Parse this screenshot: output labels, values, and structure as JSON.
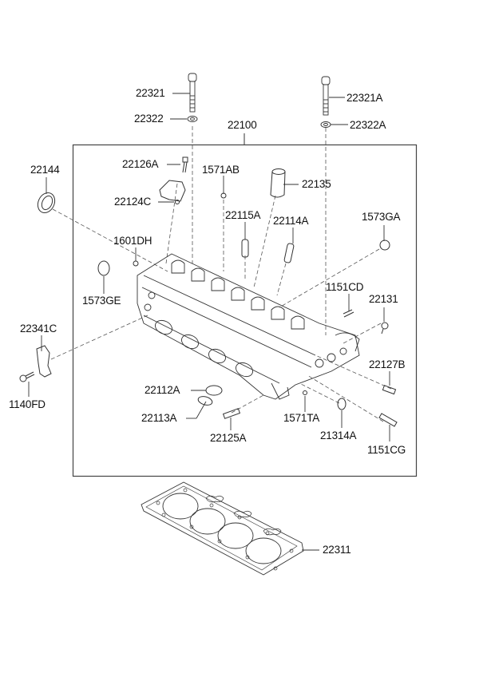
{
  "diagram": {
    "title": "Cylinder Head Assembly",
    "assembly_label": "22100",
    "parts": [
      {
        "id": "p22321",
        "label": "22321",
        "name": "head bolt"
      },
      {
        "id": "p22322",
        "label": "22322",
        "name": "head bolt washer"
      },
      {
        "id": "p22321A",
        "label": "22321A",
        "name": "head bolt"
      },
      {
        "id": "p22322A",
        "label": "22322A",
        "name": "head bolt washer"
      },
      {
        "id": "p22100",
        "label": "22100",
        "name": "cylinder head assembly"
      },
      {
        "id": "p22144",
        "label": "22144",
        "name": "camshaft oil seal"
      },
      {
        "id": "p22126A",
        "label": "22126A",
        "name": "cam cap bolt"
      },
      {
        "id": "p22124C",
        "label": "22124C",
        "name": "dowel pin"
      },
      {
        "id": "p1571AB",
        "label": "1571AB",
        "name": "dowel"
      },
      {
        "id": "p22135",
        "label": "22135",
        "name": "plug tube"
      },
      {
        "id": "p22115A",
        "label": "22115A",
        "name": "valve guide"
      },
      {
        "id": "p22114A",
        "label": "22114A",
        "name": "valve guide"
      },
      {
        "id": "p1573GA",
        "label": "1573GA",
        "name": "plug"
      },
      {
        "id": "p1601DH",
        "label": "1601DH",
        "name": "ball plug"
      },
      {
        "id": "p1573GE",
        "label": "1573GE",
        "name": "plug"
      },
      {
        "id": "p1151CD",
        "label": "1151CD",
        "name": "stud"
      },
      {
        "id": "p22131",
        "label": "22131",
        "name": "bolt"
      },
      {
        "id": "p22341C",
        "label": "22341C",
        "name": "hanger"
      },
      {
        "id": "p1140FD",
        "label": "1140FD",
        "name": "bolt"
      },
      {
        "id": "p22127B",
        "label": "22127B",
        "name": "stud"
      },
      {
        "id": "p22112A",
        "label": "22112A",
        "name": "valve seat"
      },
      {
        "id": "p22113A",
        "label": "22113A",
        "name": "valve seat"
      },
      {
        "id": "p1571TA",
        "label": "1571TA",
        "name": "dowel"
      },
      {
        "id": "p22125A",
        "label": "22125A",
        "name": "stud"
      },
      {
        "id": "p21314A",
        "label": "21314A",
        "name": "seal"
      },
      {
        "id": "p1151CG",
        "label": "1151CG",
        "name": "stud"
      },
      {
        "id": "p22311",
        "label": "22311",
        "name": "head gasket"
      }
    ]
  }
}
